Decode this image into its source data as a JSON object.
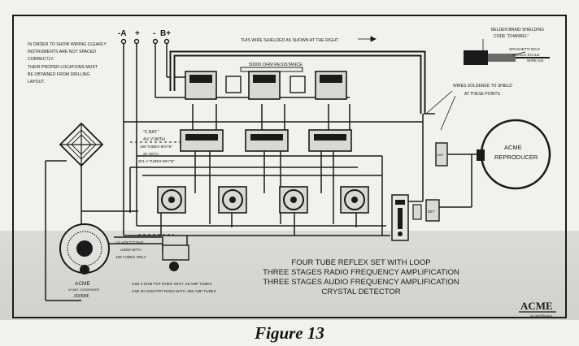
{
  "notes": {
    "wiring_note": [
      "IN ORDER TO SHOW WIRING CLEARLY",
      "INSTRUMENTS ARE NOT SPACED",
      "CORRECTLY.",
      "THEIR PROPER LOCATIONS MUST",
      "BE OBTAINED FROM DRILLING",
      "LAYOUT."
    ]
  },
  "terminals": {
    "a_minus": "-A",
    "a_plus": "+",
    "b_minus": "-",
    "b_plus": "B+"
  },
  "labels": {
    "shield_wire": "THIS WIRE SHIELDED AS SHOWN AT THE RIGHT",
    "resistance": "50000 OHM RESISTANCE",
    "belden": [
      "BELDEN BRAID SHIELDING",
      "CODE \"CHANNEL\""
    ],
    "spaghetti": [
      "SPAGHETTI NO.8",
      "FRENCH SCALE"
    ],
    "wire_size": "WIRE NO.",
    "wires_soldered": [
      "WIRES SOLDERED TO SHIELD",
      "AT THESE POINTS"
    ],
    "c_bat": [
      "\"C BAT.\"",
      "4½ V WITH",
      "199 TUBES-90V\"B\"",
      "3V WITH",
      "201-A TUBES-90V\"B\""
    ],
    "reproducer": [
      "ACME",
      "REPRODUCER"
    ],
    "cap": "CAP",
    "det": "DET",
    "volt_bat": [
      "1½ VOLT\"C\"BAT.",
      "USED WITH",
      "199 TUBES ONLY"
    ],
    "condenser": [
      "ACME",
      "W.VAR. CONDENSER",
      ".0005MF"
    ],
    "rheo": [
      "USE 6 OHM POT RHEO WITH .25 AMP TUBES",
      "USE 20 OHM POT RHEO WITH .060 AMP TUBES"
    ],
    "brand": "ACME",
    "brand_sub": "for amplification"
  },
  "title_block": {
    "lines": [
      "FOUR TUBE REFLEX SET WITH LOOP",
      "THREE STAGES RADIO FREQUENCY AMPLIFICATION",
      "THREE STAGES AUDIO FREQUENCY AMPLIFICATION",
      "CRYSTAL DETECTOR"
    ]
  },
  "caption": "Figure 13"
}
